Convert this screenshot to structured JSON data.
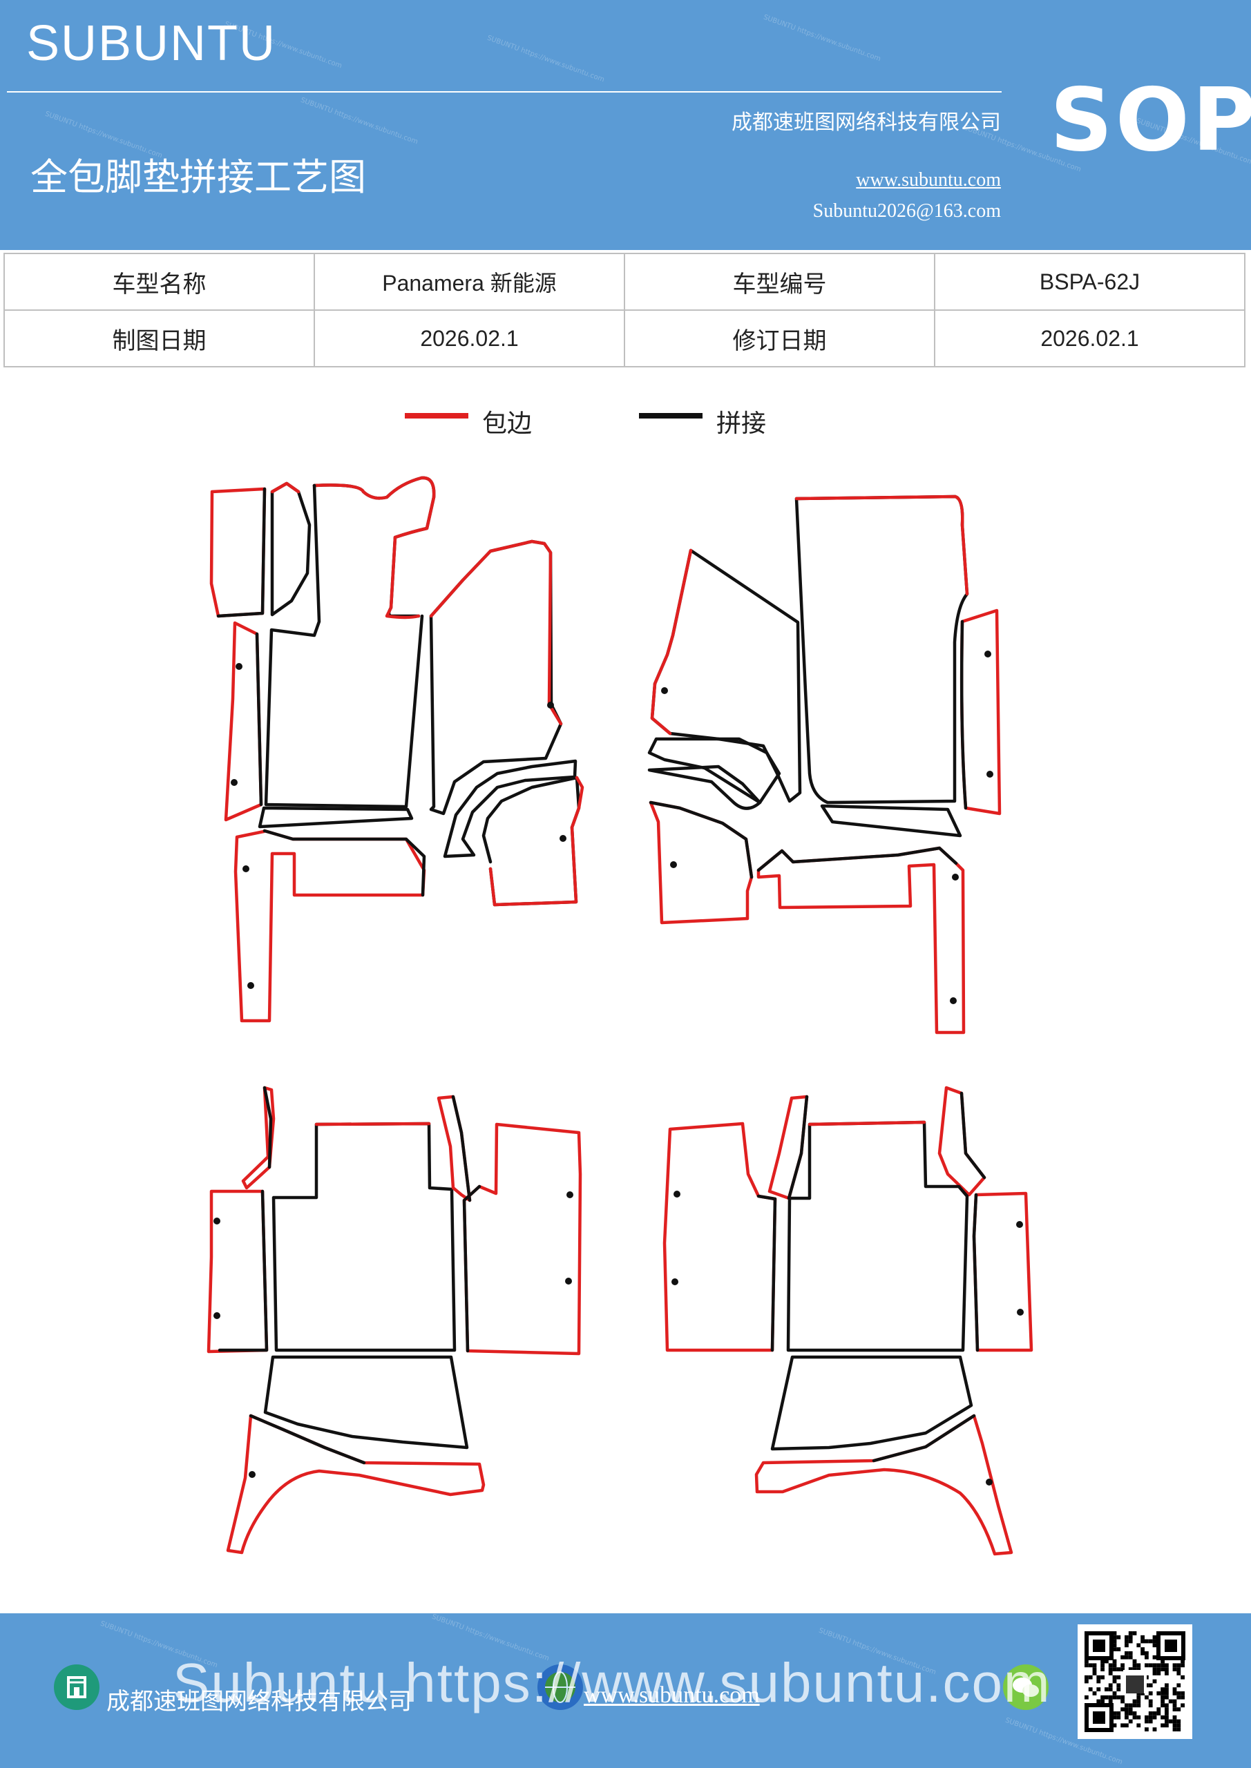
{
  "header": {
    "brand": "SUBUNTU",
    "company": "成都速班图网络科技有限公司",
    "title": "全包脚垫拼接工艺图",
    "website": "www.subuntu.com",
    "email": "Subuntu2026@163.com",
    "sop": "SOP",
    "watermark": "SUBUNTU https://www.subuntu.com"
  },
  "info_table": {
    "model_name_label": "车型名称",
    "model_name_value": "Panamera 新能源",
    "model_code_label": "车型编号",
    "model_code_value": "BSPA-62J",
    "draw_date_label": "制图日期",
    "draw_date_value": "2026.02.1",
    "revise_date_label": "修订日期",
    "revise_date_value": "2026.02.1"
  },
  "legend": {
    "edging_label": "包边",
    "edging_color": "#e02020",
    "splice_label": "拼接",
    "splice_color": "#111111"
  },
  "footer": {
    "company": "成都速班图网络科技有限公司",
    "website": "www.subuntu.com",
    "overlay": "Subuntu https://www.subuntu.com",
    "building_icon": "building-icon",
    "globe_icon": "globe-icon",
    "wechat_icon": "wechat-icon",
    "qr_code": "qr-code"
  }
}
